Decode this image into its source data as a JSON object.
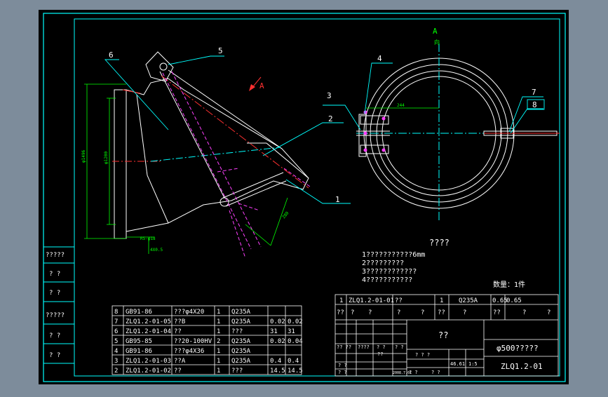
{
  "view_label": {
    "letter": "A",
    "sub": "向"
  },
  "arrow_label": "A",
  "balloons": [
    "1",
    "2",
    "3",
    "4",
    "5",
    "6",
    "7",
    "8"
  ],
  "dims_left": {
    "outer": "φ1496",
    "inner": "φ1200",
    "hole": "R5-φ18",
    "foot": "4X0.5"
  },
  "dims_right": {
    "center": "244",
    "slot": "280"
  },
  "tech_req": {
    "title": "????",
    "lines": [
      "1???????????6mm",
      "2?????????",
      "3????????????",
      "4???????????"
    ]
  },
  "quantity_label": "数量：1件",
  "side_labels": [
    "?????",
    "?  ?",
    "?  ?",
    "?????",
    "?  ?",
    "?  ?"
  ],
  "bom": [
    {
      "no": "8",
      "code": "GB91-86",
      "name": "???φ4X20",
      "qty": "1",
      "mat": "Q235A",
      "w1": "",
      "w2": ""
    },
    {
      "no": "7",
      "code": "ZLQ1.2-01-05",
      "name": "??B",
      "qty": "1",
      "mat": "Q235A",
      "w1": "0.02",
      "w2": "0.02"
    },
    {
      "no": "6",
      "code": "ZLQ1.2-01-04",
      "name": "??",
      "qty": "1",
      "mat": "???",
      "w1": "31",
      "w2": "31"
    },
    {
      "no": "5",
      "code": "GB95-85",
      "name": "??20-100HV",
      "qty": "2",
      "mat": "Q235A",
      "w1": "0.02",
      "w2": "0.04"
    },
    {
      "no": "4",
      "code": "GB91-86",
      "name": "???φ4X36",
      "qty": "1",
      "mat": "Q235A",
      "w1": "",
      "w2": ""
    },
    {
      "no": "3",
      "code": "ZLQ1.2-01-03",
      "name": "??A",
      "qty": "1",
      "mat": "Q235A",
      "w1": "0.4",
      "w2": "0.4"
    },
    {
      "no": "2",
      "code": "ZLQ1.2-01-02",
      "name": "??",
      "qty": "1",
      "mat": "???",
      "w1": "14.5",
      "w2": "14.5"
    }
  ],
  "bom_row1": {
    "no": "1",
    "code": "ZLQ1.2-01-01",
    "name": "??",
    "qty": "1",
    "mat": "Q235A",
    "w1": "0.65",
    "w2": "0.65"
  },
  "header_row": [
    "??",
    "?",
    "?",
    "?",
    "?",
    "??",
    "?",
    "??",
    "?",
    "?"
  ],
  "title_block": {
    "material": "??",
    "drawing_name": "φ500?????",
    "drawing_no": "ZLQ1.2-01",
    "weight": "46.61",
    "scale": "1:5",
    "small_a": [
      "?? ??",
      "????",
      "? ?",
      "? ?"
    ],
    "small_b": [
      "? ?",
      "??",
      "? ?",
      "2008.7.01"
    ],
    "small_c": [
      "? ? ?",
      "? ?",
      "? ?"
    ]
  },
  "colors": {
    "background": "#000000",
    "frame": "#00ffff",
    "text": "#ffffff",
    "label": "#00ff00",
    "center": "#ff3030",
    "hidden": "#ff40ff",
    "dim": "#00ff00"
  }
}
